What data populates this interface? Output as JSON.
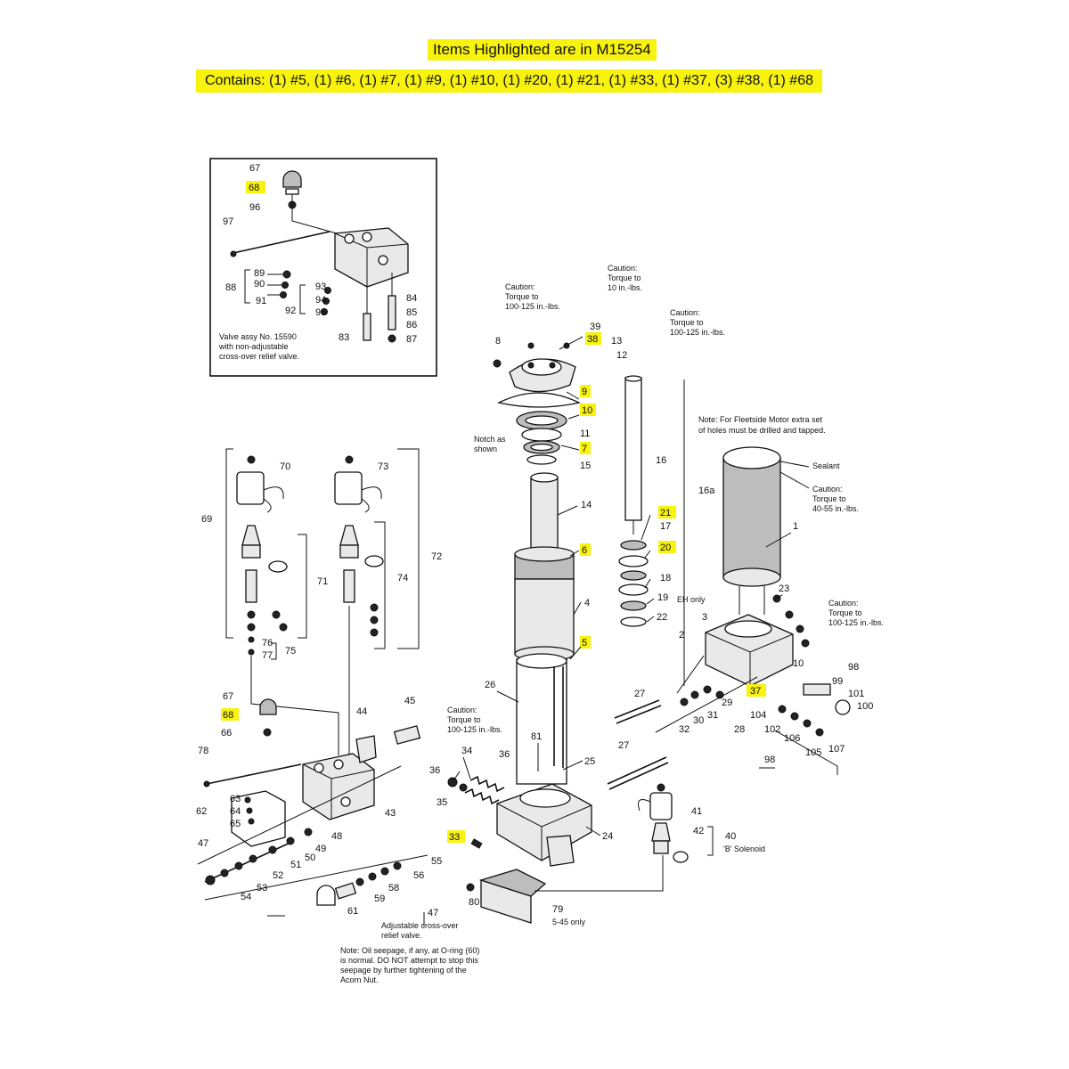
{
  "banner": {
    "title": "Items Highlighted are in M15254",
    "contains": "Contains: (1) #5, (1) #6, (1) #7, (1) #9, (1) #10, (1) #20, (1) #21, (1) #33, (1) #37, (3) #38, (1) #68"
  },
  "highlight_color": "#f7f20e",
  "inset": {
    "note_lines": [
      "Valve assy No. 15590",
      "with non-adjustable",
      "cross-over relief valve."
    ]
  },
  "notes": {
    "caution_top_left": [
      "Caution:",
      "Torque to",
      "100-125 in.-lbs."
    ],
    "caution_top_mid": [
      "Caution:",
      "Torque to",
      "10 in.-lbs."
    ],
    "caution_top_right": [
      "Caution:",
      "Torque to",
      "100-125 in.-lbs."
    ],
    "notch": [
      "Notch as",
      "shown"
    ],
    "fleetside": [
      "Note: For Fleetside Motor extra set",
      "of holes must be drilled and tapped."
    ],
    "sealant": "Sealant",
    "caution_motor": [
      "Caution:",
      "Torque to",
      "40-55 in.-lbs."
    ],
    "caution_pump": [
      "Caution:",
      "Torque to",
      "100-125 in.-lbs."
    ],
    "caution_tube": [
      "Caution:",
      "Torque to",
      "100-125 in.-lbs."
    ],
    "solenoid": "'B' Solenoid",
    "only_label": "5-45 only",
    "eh_only": "EH only",
    "adjustable": [
      "Adjustable cross-over",
      "relief valve."
    ],
    "oil_note": [
      "Note: Oil seepage, if any, at O-ring (60)",
      "is normal. DO NOT attempt to stop this",
      "seepage by further tightening of the",
      "Acorn Nut."
    ]
  },
  "callouts": [
    {
      "id": "c67i",
      "n": "67"
    },
    {
      "id": "c68i",
      "n": "68"
    },
    {
      "id": "c96i",
      "n": "96"
    },
    {
      "id": "c97i",
      "n": "97"
    },
    {
      "id": "c89",
      "n": "89"
    },
    {
      "id": "c90",
      "n": "90"
    },
    {
      "id": "c91",
      "n": "91"
    },
    {
      "id": "c88",
      "n": "88"
    },
    {
      "id": "c93",
      "n": "93"
    },
    {
      "id": "c94",
      "n": "94"
    },
    {
      "id": "c95",
      "n": "95"
    },
    {
      "id": "c92",
      "n": "92"
    },
    {
      "id": "c84",
      "n": "84"
    },
    {
      "id": "c85",
      "n": "85"
    },
    {
      "id": "c86",
      "n": "86"
    },
    {
      "id": "c87",
      "n": "87"
    },
    {
      "id": "c83",
      "n": "83"
    },
    {
      "id": "c8",
      "n": "8"
    },
    {
      "id": "c39",
      "n": "39"
    },
    {
      "id": "c38",
      "n": "38"
    },
    {
      "id": "c13",
      "n": "13"
    },
    {
      "id": "c12",
      "n": "12"
    },
    {
      "id": "c9",
      "n": "9"
    },
    {
      "id": "c10",
      "n": "10"
    },
    {
      "id": "c11",
      "n": "11"
    },
    {
      "id": "c7",
      "n": "7"
    },
    {
      "id": "c15",
      "n": "15"
    },
    {
      "id": "c16",
      "n": "16"
    },
    {
      "id": "c14",
      "n": "14"
    },
    {
      "id": "c6",
      "n": "6"
    },
    {
      "id": "c4",
      "n": "4"
    },
    {
      "id": "c5",
      "n": "5"
    },
    {
      "id": "c21",
      "n": "21"
    },
    {
      "id": "c17",
      "n": "17"
    },
    {
      "id": "c20",
      "n": "20"
    },
    {
      "id": "c18",
      "n": "18"
    },
    {
      "id": "c19",
      "n": "19"
    },
    {
      "id": "c22",
      "n": "22"
    },
    {
      "id": "c16a",
      "n": "16a"
    },
    {
      "id": "c1",
      "n": "1"
    },
    {
      "id": "c23",
      "n": "23"
    },
    {
      "id": "c3",
      "n": "3"
    },
    {
      "id": "c2",
      "n": "2"
    },
    {
      "id": "c10b",
      "n": "10"
    },
    {
      "id": "c98",
      "n": "98"
    },
    {
      "id": "c99",
      "n": "99"
    },
    {
      "id": "c101",
      "n": "101"
    },
    {
      "id": "c100",
      "n": "100"
    },
    {
      "id": "c37",
      "n": "37"
    },
    {
      "id": "c104",
      "n": "104"
    },
    {
      "id": "c102",
      "n": "102"
    },
    {
      "id": "c106",
      "n": "106"
    },
    {
      "id": "c105",
      "n": "105"
    },
    {
      "id": "c107",
      "n": "107"
    },
    {
      "id": "c98b",
      "n": "98"
    },
    {
      "id": "c70",
      "n": "70"
    },
    {
      "id": "c73",
      "n": "73"
    },
    {
      "id": "c69",
      "n": "69"
    },
    {
      "id": "c71",
      "n": "71"
    },
    {
      "id": "c74",
      "n": "74"
    },
    {
      "id": "c72",
      "n": "72"
    },
    {
      "id": "c76",
      "n": "76"
    },
    {
      "id": "c77",
      "n": "77"
    },
    {
      "id": "c75",
      "n": "75"
    },
    {
      "id": "c27",
      "n": "27"
    },
    {
      "id": "c26",
      "n": "26"
    },
    {
      "id": "c32",
      "n": "32"
    },
    {
      "id": "c30",
      "n": "30"
    },
    {
      "id": "c31",
      "n": "31"
    },
    {
      "id": "c29",
      "n": "29"
    },
    {
      "id": "c28",
      "n": "28"
    },
    {
      "id": "c27b",
      "n": "27"
    },
    {
      "id": "c81",
      "n": "81"
    },
    {
      "id": "c36",
      "n": "36"
    },
    {
      "id": "c34",
      "n": "34"
    },
    {
      "id": "c35",
      "n": "35"
    },
    {
      "id": "c36b",
      "n": "36"
    },
    {
      "id": "c25",
      "n": "25"
    },
    {
      "id": "c33",
      "n": "33"
    },
    {
      "id": "c24",
      "n": "24"
    },
    {
      "id": "c41",
      "n": "41"
    },
    {
      "id": "c42",
      "n": "42"
    },
    {
      "id": "c40",
      "n": "40"
    },
    {
      "id": "c67",
      "n": "67"
    },
    {
      "id": "c68",
      "n": "68"
    },
    {
      "id": "c66",
      "n": "66"
    },
    {
      "id": "c44",
      "n": "44"
    },
    {
      "id": "c45",
      "n": "45"
    },
    {
      "id": "c78",
      "n": "78"
    },
    {
      "id": "c63",
      "n": "63"
    },
    {
      "id": "c64",
      "n": "64"
    },
    {
      "id": "c65",
      "n": "65"
    },
    {
      "id": "c62",
      "n": "62"
    },
    {
      "id": "c43",
      "n": "43"
    },
    {
      "id": "c47",
      "n": "47"
    },
    {
      "id": "c48",
      "n": "48"
    },
    {
      "id": "c49",
      "n": "49"
    },
    {
      "id": "c50",
      "n": "50"
    },
    {
      "id": "c51",
      "n": "51"
    },
    {
      "id": "c52",
      "n": "52"
    },
    {
      "id": "c53",
      "n": "53"
    },
    {
      "id": "c54",
      "n": "54"
    },
    {
      "id": "c55",
      "n": "55"
    },
    {
      "id": "c56",
      "n": "56"
    },
    {
      "id": "c58",
      "n": "58"
    },
    {
      "id": "c59",
      "n": "59"
    },
    {
      "id": "c61",
      "n": "61"
    },
    {
      "id": "c47b",
      "n": "47"
    },
    {
      "id": "c80",
      "n": "80"
    },
    {
      "id": "c79",
      "n": "79"
    }
  ]
}
